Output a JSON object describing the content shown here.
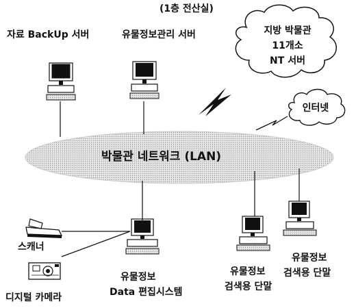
{
  "top_note": "(1층 전산실)",
  "servers": {
    "backup_label": "자료 BackUp 서버",
    "relic_label": "유물정보관리 서버"
  },
  "regional_cloud": {
    "line1": "지방 박물관",
    "line2": "11개소",
    "line3": "NT 서버"
  },
  "internet_cloud": {
    "label": "인터넷"
  },
  "lan": {
    "label": "박물관 네트워크 (LAN)"
  },
  "devices": {
    "scanner": "스캐너",
    "camera": "디지털 카메라",
    "editor_line1": "유물정보",
    "editor_line2": "Data 편집시스템",
    "terminal1_line1": "유물정보",
    "terminal1_line2": "검색용 단말",
    "terminal2_line1": "유물정보",
    "terminal2_line2": "검색용 단말"
  },
  "colors": {
    "ink": "#111111",
    "lan_fill": "#d9d9d9"
  }
}
